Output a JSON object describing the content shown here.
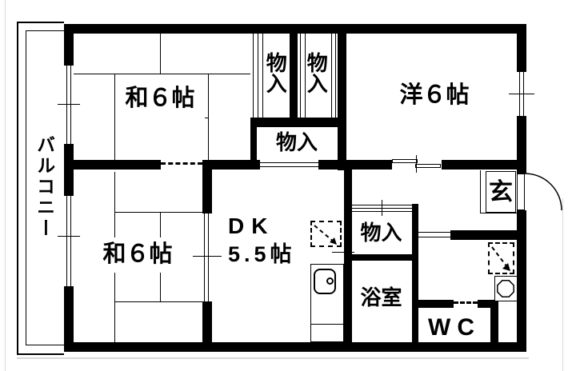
{
  "floorplan": {
    "title": "apartment-floor-plan",
    "balcony_label": "バルコニー",
    "rooms": {
      "washitsu_top": "和６帖",
      "yoshitsu": "洋６帖",
      "washitsu_bottom": "和６帖",
      "dk_line1": "DK",
      "dk_line2": "5.5帖",
      "bathroom": "浴室",
      "entrance": "玄",
      "wc": "WC"
    },
    "closets": {
      "top_a": "物入",
      "top_b": "物入",
      "middle": "物入",
      "hall": "物入"
    },
    "colors": {
      "wall": "#000000",
      "background": "#ffffff",
      "line": "#000000"
    },
    "icons": {
      "entrance_door": "quarter-circle-door-swing",
      "washing_machine": "octagon",
      "kitchen_sink": "rounded-rect-with-faucet",
      "appliance_space": "dashed-square-with-arrow"
    }
  }
}
